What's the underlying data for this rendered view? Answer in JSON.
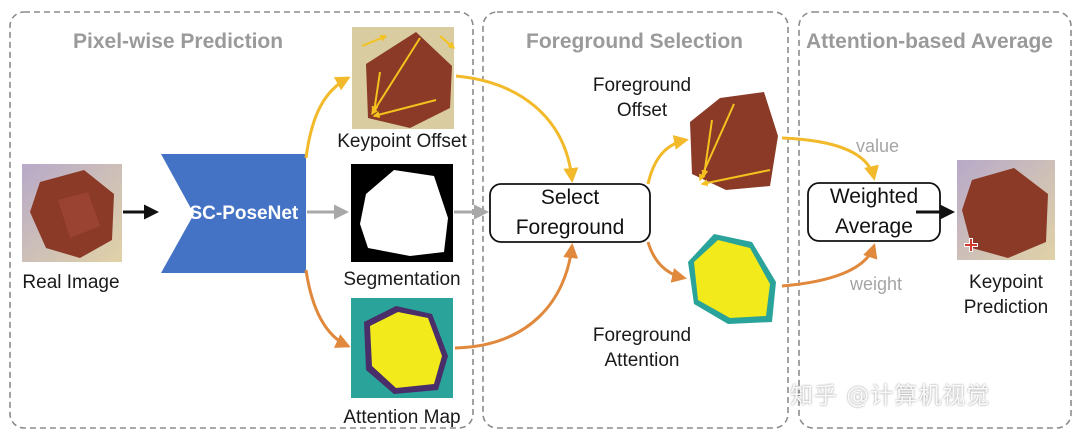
{
  "sections": {
    "pixel_wise": "Pixel-wise Prediction",
    "foreground_selection": "Foreground Selection",
    "attention_average": "Attention-based Average"
  },
  "network": {
    "label": "DSC-PoseNet"
  },
  "labels": {
    "real_image": "Real Image",
    "keypoint_offset": "Keypoint Offset",
    "segmentation": "Segmentation",
    "attention_map": "Attention Map",
    "foreground_offset_1": "Foreground",
    "foreground_offset_2": "Offset",
    "foreground_attention_1": "Foreground",
    "foreground_attention_2": "Attention",
    "keypoint_prediction_1": "Keypoint",
    "keypoint_prediction_2": "Prediction"
  },
  "boxes": {
    "select_1": "Select",
    "select_2": "Foreground",
    "weighted_1": "Weighted",
    "weighted_2": "Average"
  },
  "edges": {
    "value": "value",
    "weight": "weight"
  },
  "watermark": "知乎 @计算机视觉",
  "colors": {
    "network": "#4472c4",
    "offset_arrow": "#f2b92a",
    "attention_arrow": "#e0883c",
    "segmentation_arrow": "#a8a8a8",
    "object": "#8a3a26",
    "attention_yellow": "#f2ea1a",
    "attention_teal": "#2aa39a"
  }
}
